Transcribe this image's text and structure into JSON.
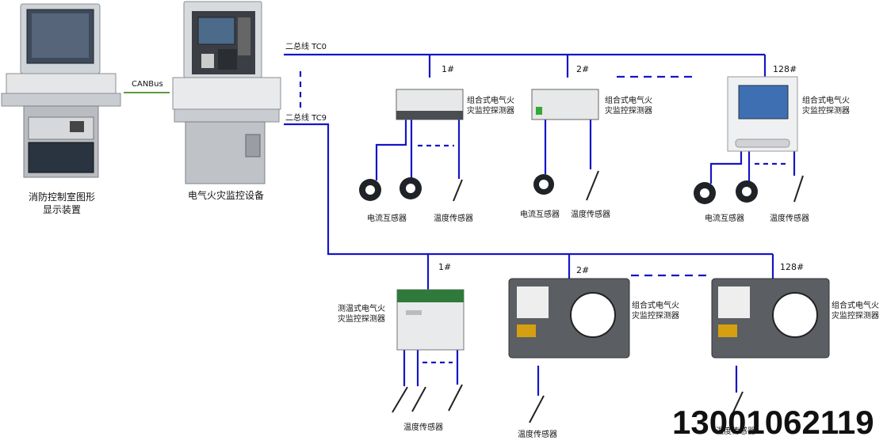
{
  "labels": {
    "display_device": "消防控制室图形\n显示装置",
    "monitor_device": "电气火灾监控设备",
    "canbus": "CANBus",
    "bus_tc0": "二总线 TC0",
    "bus_tc9": "二总线 TC9",
    "node1": "1#",
    "node2": "2#",
    "node128": "128#",
    "combo_detector": "组合式电气火\n灾监控探测器",
    "temp_detector": "测温式电气火\n灾监控探测器",
    "current_sensor": "电流互感器",
    "temp_sensor": "温度传感器"
  },
  "phone": "13001062119",
  "colors": {
    "bus_line": "#1515c8",
    "canbus_line": "#5a9a3a"
  }
}
